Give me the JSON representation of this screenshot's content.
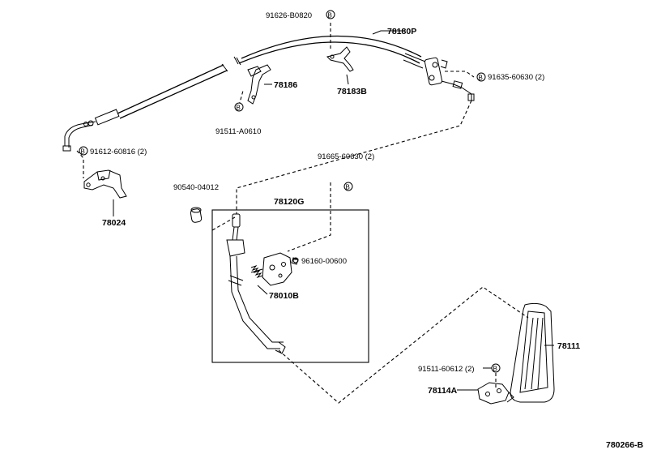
{
  "diagram_id": "780266-B",
  "bolt_symbol": "B",
  "parts": {
    "p91626": "91626-B0820",
    "p78180P": "78180P",
    "p78186": "78186",
    "p78183B": "78183B",
    "p91635": "91635-60630 (2)",
    "p91511a": "91511-A0610",
    "p91612": "91612-60816 (2)",
    "p78024": "78024",
    "p91665": "91665-60630 (2)",
    "p90540": "90540-04012",
    "p78120G": "78120G",
    "p96160": "96160-00600",
    "p78010B": "78010B",
    "p78111": "78111",
    "p91511b": "91511-60612 (2)",
    "p78114A": "78114A"
  }
}
